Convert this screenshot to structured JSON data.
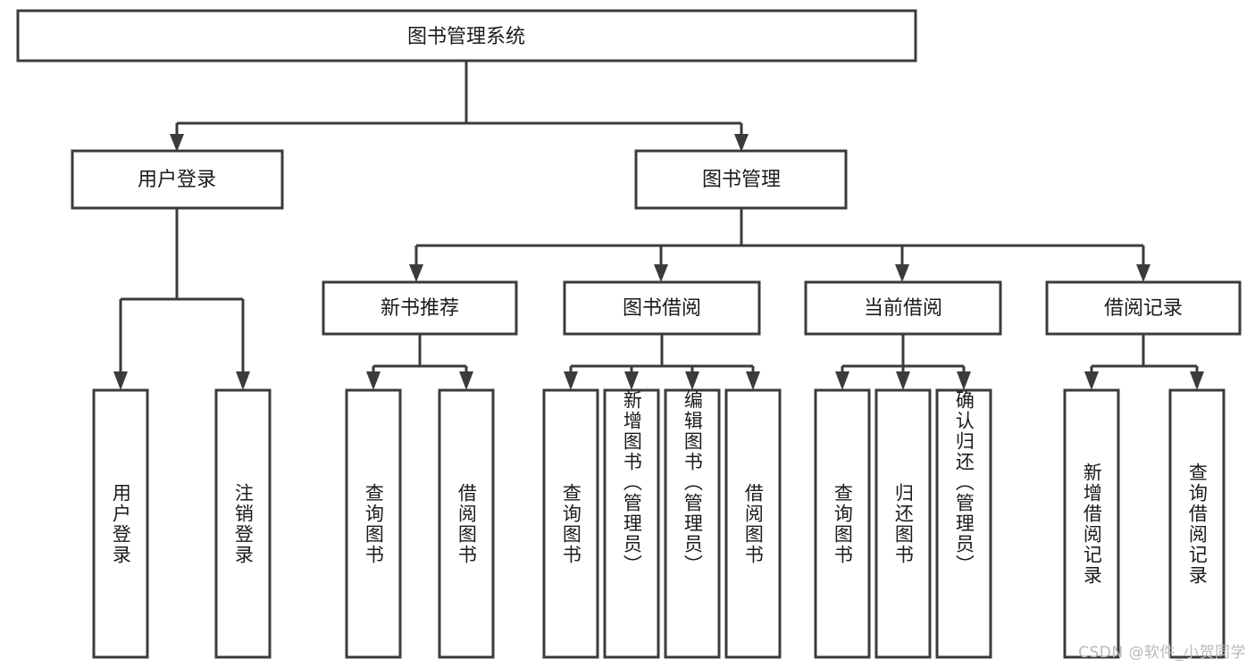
{
  "diagram": {
    "title": "图书管理系统",
    "watermark": "CSDN @软件_小贺同学",
    "colors": {
      "stroke": "#3b3b3b",
      "fill": "#ffffff",
      "text": "#1b1b1b",
      "watermark": "#b9b9b9",
      "background": "#ffffff"
    },
    "root": {
      "label": "图书管理系统"
    },
    "level2": [
      {
        "label": "用户登录"
      },
      {
        "label": "图书管理"
      }
    ],
    "level3": [
      {
        "label": "新书推荐"
      },
      {
        "label": "图书借阅"
      },
      {
        "label": "当前借阅"
      },
      {
        "label": "借阅记录"
      }
    ],
    "leaves": {
      "user_login": [
        {
          "label": "用户登录"
        },
        {
          "label": "注销登录"
        }
      ],
      "new_book_recommend": [
        {
          "label": "查询图书"
        },
        {
          "label": "借阅图书"
        }
      ],
      "book_borrow": [
        {
          "label": "查询图书"
        },
        {
          "label": "新增图书（管理员）"
        },
        {
          "label": "编辑图书（管理员）"
        },
        {
          "label": "借阅图书"
        }
      ],
      "current_borrow": [
        {
          "label": "查询图书"
        },
        {
          "label": "归还图书"
        },
        {
          "label": "确认归还（管理员）"
        }
      ],
      "borrow_record": [
        {
          "label": "新增借阅记录"
        },
        {
          "label": "查询借阅记录"
        }
      ]
    }
  }
}
